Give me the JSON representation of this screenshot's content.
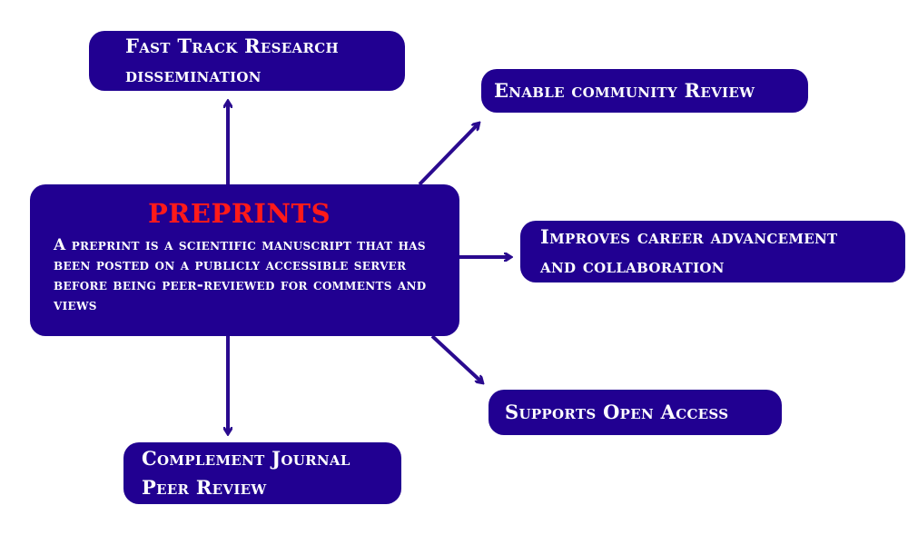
{
  "central": {
    "title": "PREPRINTS",
    "description": "A preprint is a scientific manuscript that has been posted on a publicly accessible server before being peer-reviewed for comments and views"
  },
  "nodes": {
    "research": {
      "line1": "Fast Track Research",
      "line2": "dissemination"
    },
    "community": {
      "label": "Enable community Review"
    },
    "career": {
      "line1": "Improves career advancement",
      "line2": "and collaboration"
    },
    "open_access": {
      "label": "Supports Open Access"
    },
    "journal": {
      "line1": "Complement Journal",
      "line2": "Peer Review"
    }
  },
  "colors": {
    "box_fill": "#210091",
    "title_red": "#ff1a1a",
    "text": "#ffffff",
    "arrow": "#2a0a8f"
  }
}
